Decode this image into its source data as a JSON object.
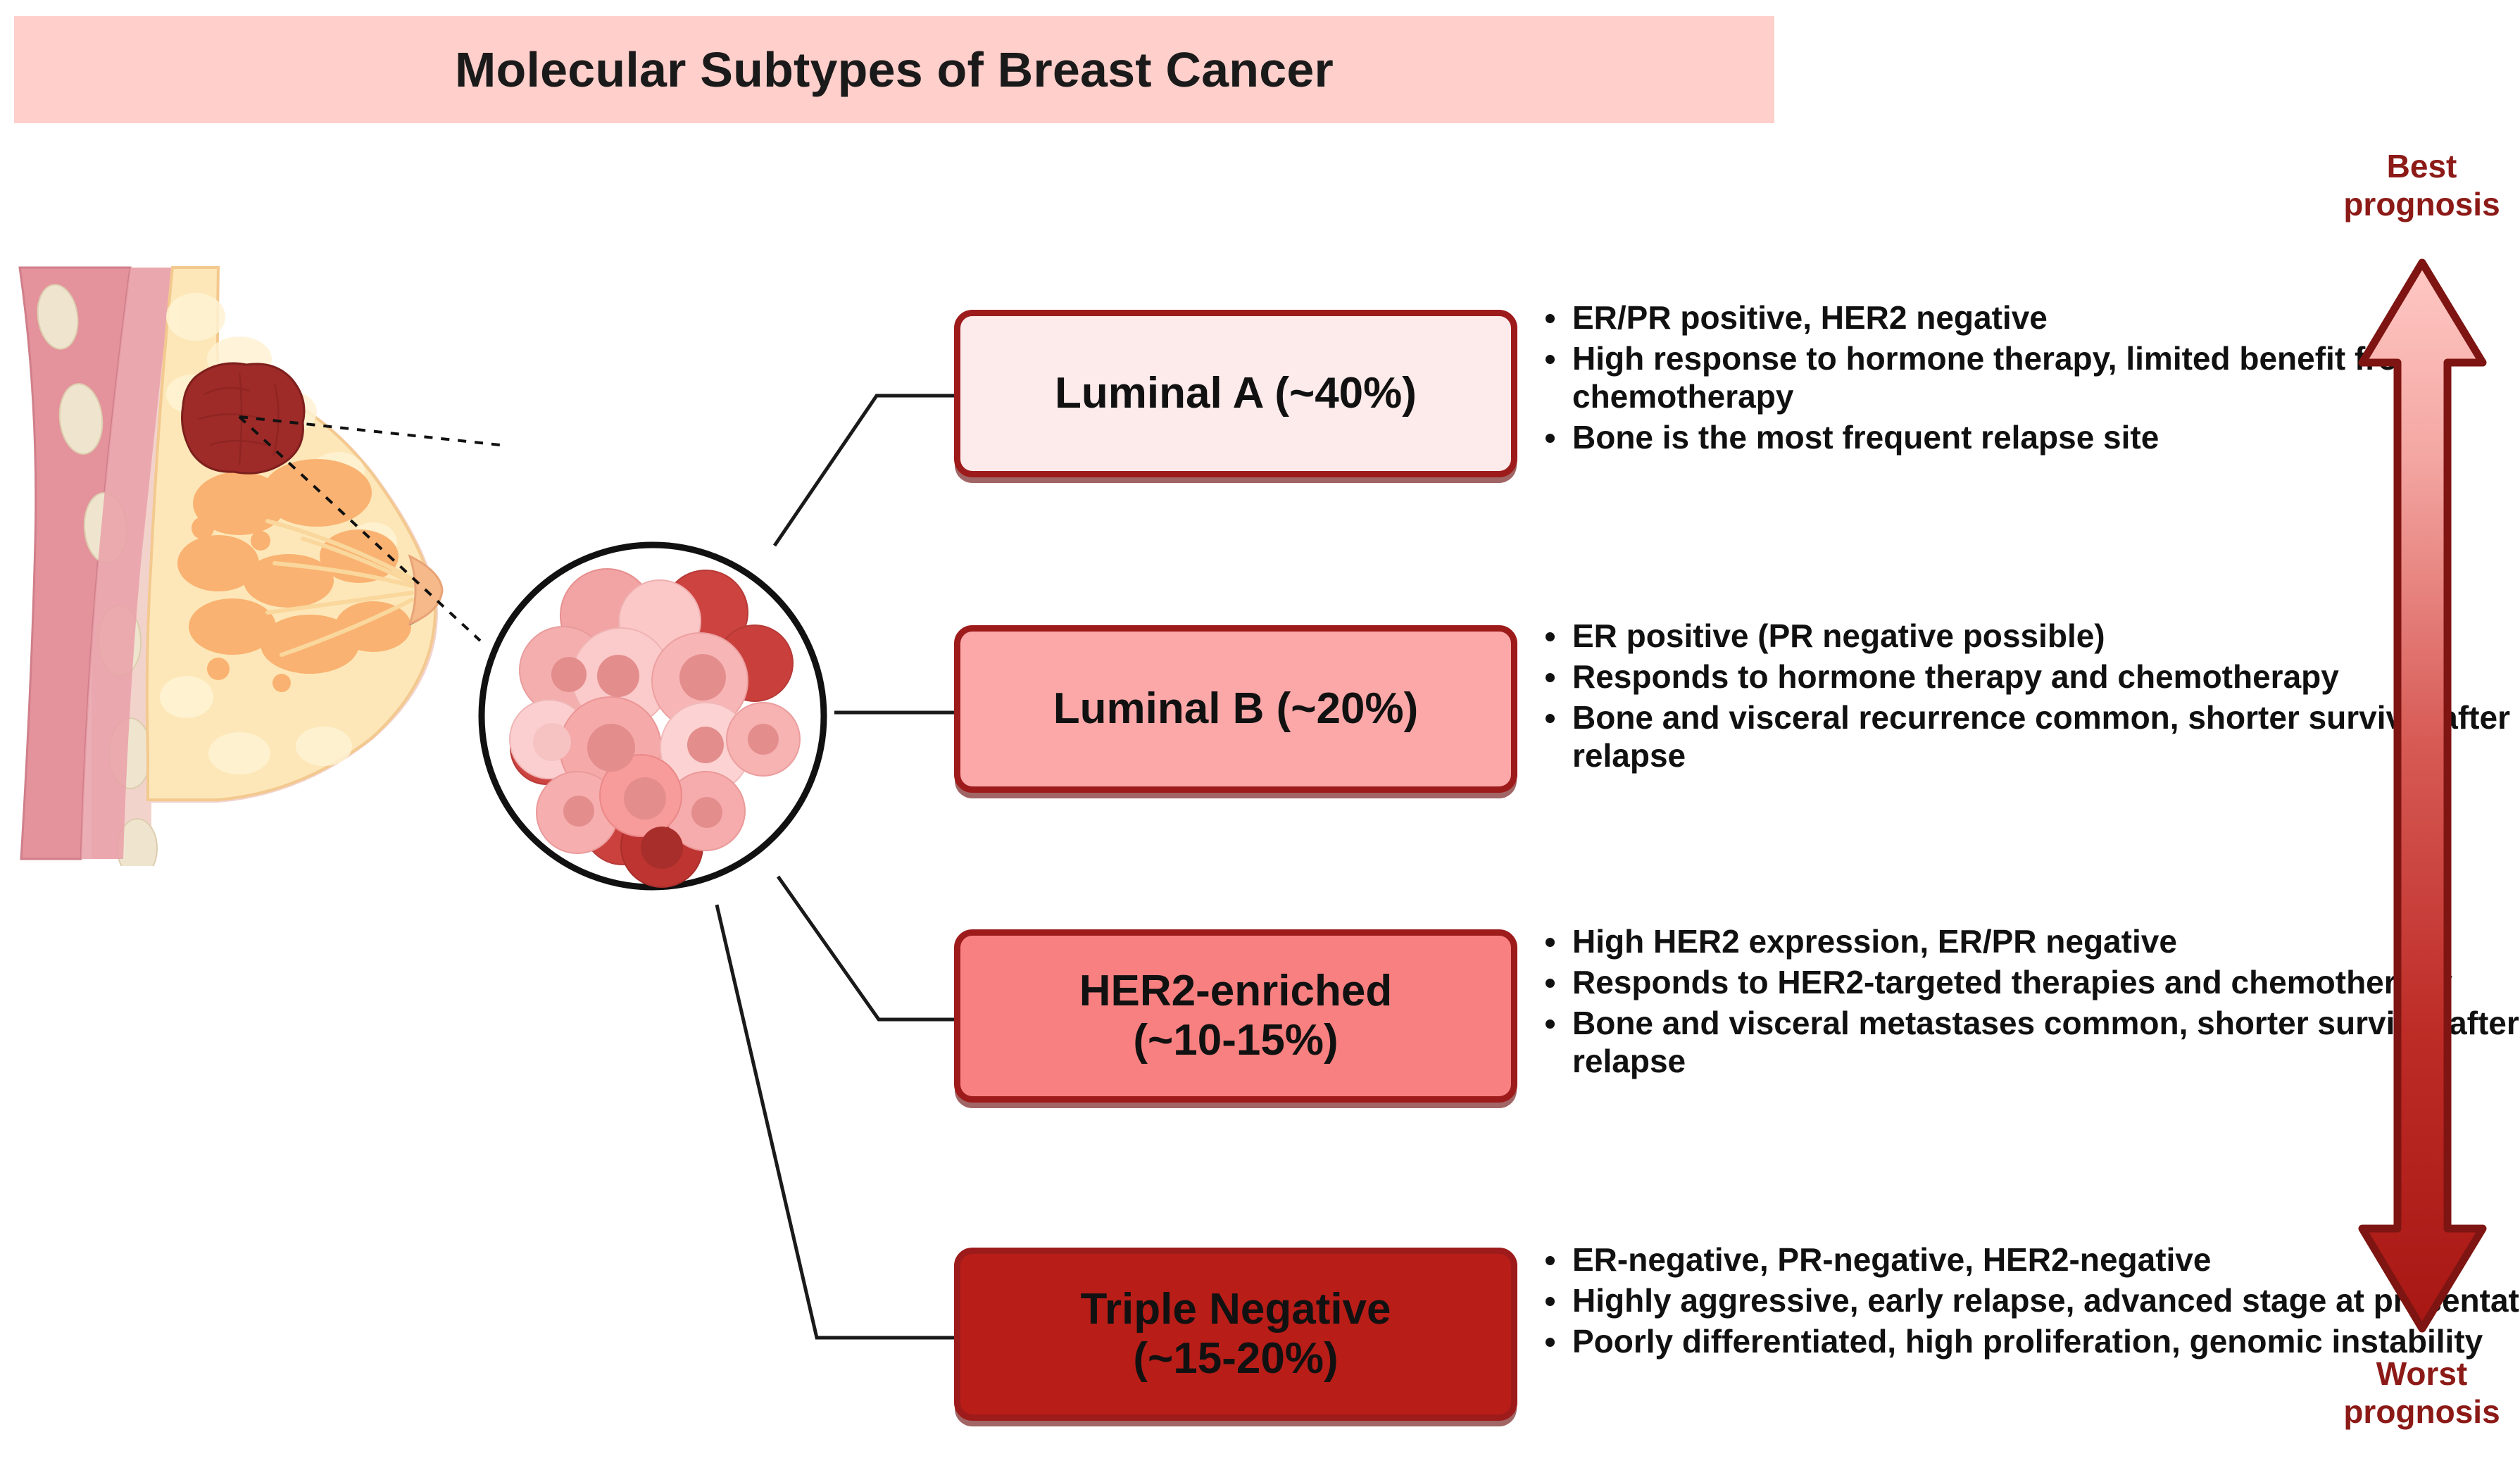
{
  "title": "Molecular Subtypes of Breast Cancer",
  "colors": {
    "banner_bg": "#FFCFCB",
    "box_border": "#9E1B1B",
    "prognosis_text": "#8C1A17",
    "arrow_top": "#FFC3C0",
    "arrow_bottom": "#A81713",
    "tumor": "#9E2B28",
    "connector_line": "#1a1a1a"
  },
  "illustration": {
    "anatomy_name": "breast-cross-section",
    "tumor_name": "tumor-mass",
    "magnifier_name": "tumor-cell-cluster-circle"
  },
  "prognosis": {
    "best_line1": "Best",
    "best_line2": "prognosis",
    "worst_line1": "Worst",
    "worst_line2": "prognosis",
    "arrow_icon": "double-headed-vertical-arrow-icon"
  },
  "subtypes": [
    {
      "label": "Luminal A (~40%)",
      "label_line1": "Luminal A (~40%)",
      "label_line2": "",
      "percentage": "~40%",
      "fill": "#FDEAEA",
      "bullets": [
        "ER/PR positive, HER2 negative",
        "High response to hormone therapy, limited benefit from chemotherapy",
        "Bone is the most frequent relapse site"
      ]
    },
    {
      "label": "Luminal B (~20%)",
      "label_line1": "Luminal B (~20%)",
      "label_line2": "",
      "percentage": "~20%",
      "fill": "#FCA8A8",
      "bullets": [
        "ER positive (PR negative possible)",
        "Responds to hormone therapy and chemotherapy",
        "Bone and visceral recurrence common, shorter survival after relapse"
      ]
    },
    {
      "label": "HER2-enriched (~10-15%)",
      "label_line1": "HER2-enriched",
      "label_line2": "(~10-15%)",
      "percentage": "~10-15%",
      "fill": "#F98080",
      "bullets": [
        "High HER2 expression, ER/PR negative",
        "Responds to HER2-targeted therapies and chemotherapy",
        "Bone and visceral metastases common, shorter survival after relapse"
      ]
    },
    {
      "label": "Triple Negative (~15-20%)",
      "label_line1": "Triple Negative",
      "label_line2": "(~15-20%)",
      "percentage": "~15-20%",
      "fill": "#B81D18",
      "bullets": [
        "ER-negative, PR-negative, HER2-negative",
        "Highly aggressive, early relapse, advanced stage at presentation",
        "Poorly differentiated, high proliferation, genomic instability"
      ]
    }
  ]
}
